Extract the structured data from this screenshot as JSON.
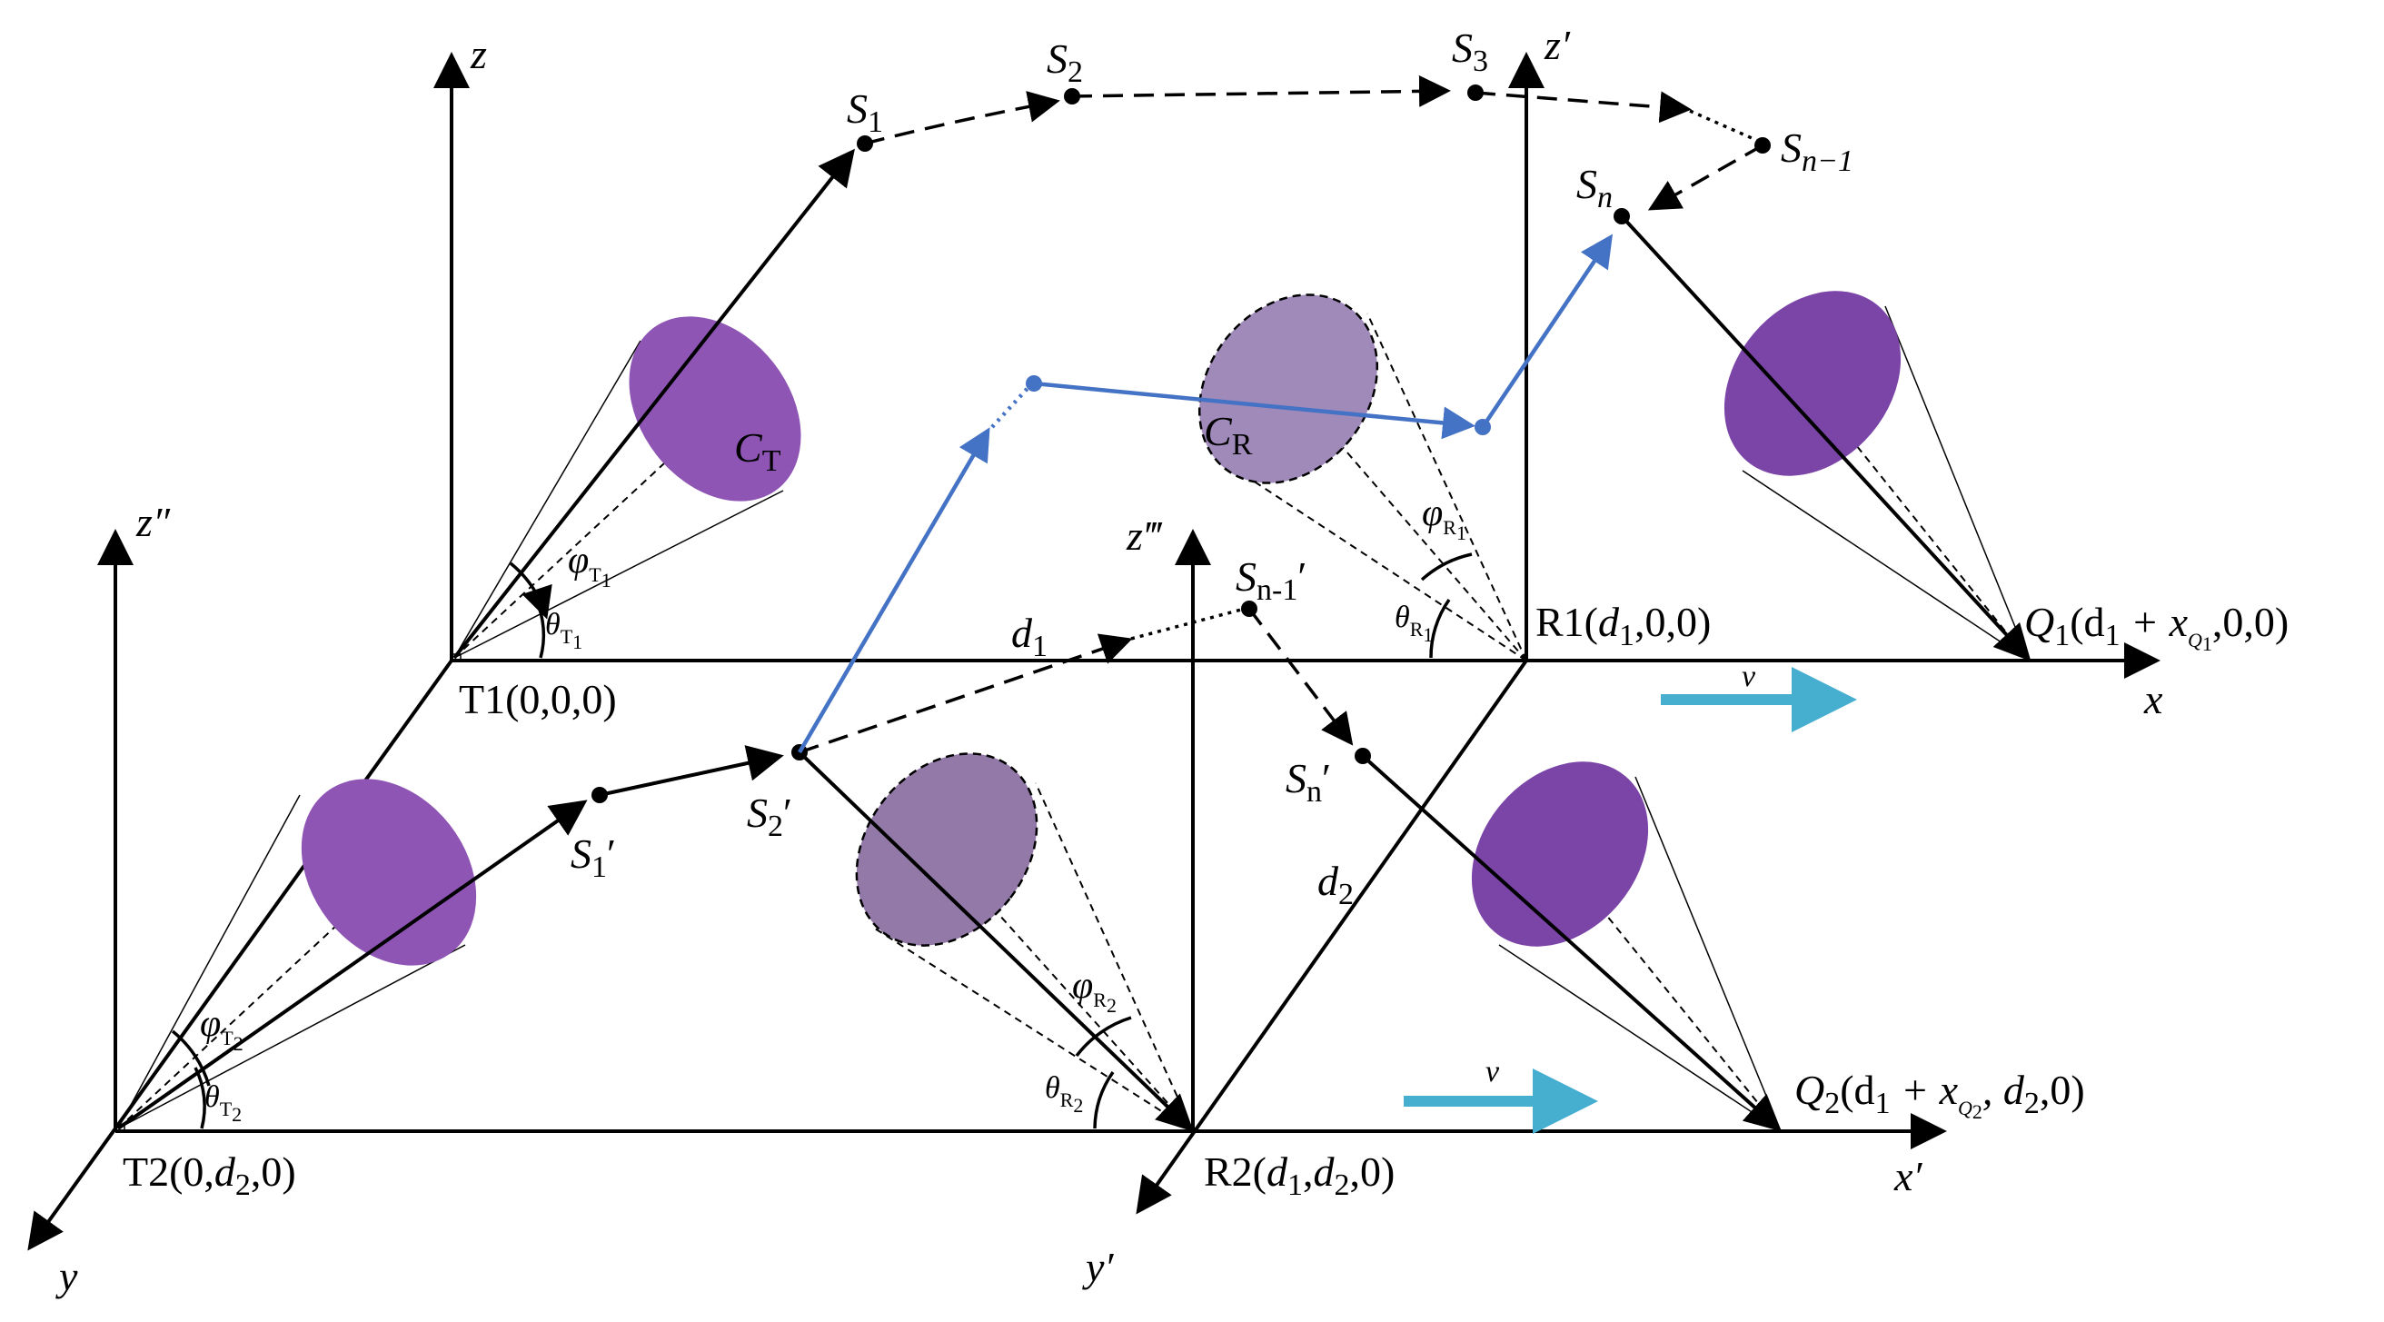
{
  "labels": {
    "z": "z",
    "z_prime": "z′",
    "z_dprime": "z″",
    "z_tprime": "z‴",
    "x": "x",
    "x_prime": "x′",
    "y": "y",
    "y_prime": "y′",
    "T1": "T1(0,0,0)",
    "T2_pre": "T2(0,",
    "T2_d": "d",
    "T2_sub": "2",
    "T2_post": ",0)",
    "R1_pre": "R1(",
    "R1_d": "d",
    "R1_sub": "1",
    "R1_post": ",0,0)",
    "R2_pre": "R2(",
    "R2_d1": "d",
    "R2_s1": "1",
    "R2_mid": ",",
    "R2_d2": "d",
    "R2_s2": "2",
    "R2_post": ",0)",
    "Q1_main": "Q",
    "Q1_sub": "1",
    "Q1_rest1": "(d",
    "Q1_rest2": "1",
    "Q1_rest3": " + x",
    "Q1_rest4": "Q",
    "Q1_rest5": "1",
    "Q1_rest6": ",0,0)",
    "Q2_main": "Q",
    "Q2_sub": "2",
    "Q2_rest1": "(d",
    "Q2_rest2": "1",
    "Q2_rest3": " + x",
    "Q2_rest4": "Q",
    "Q2_rest5": "2",
    "Q2_rest6": ", d",
    "Q2_rest7": "2",
    "Q2_rest8": ",0)",
    "S1": "S",
    "S1_sub": "1",
    "S2": "S",
    "S2_sub": "2",
    "S3": "S",
    "S3_sub": "3",
    "Sn1": "S",
    "Sn1_sub": "n−1",
    "Sn": "S",
    "Sn_sub": "n",
    "S1p": "S",
    "S1p_sub": "1",
    "S1p_prime": "′",
    "S2p": "S",
    "S2p_sub": "2",
    "S2p_prime": "′",
    "Snp": "S",
    "Snp_sub": "n",
    "Snp_prime": "′",
    "Sn1p": "S",
    "Sn1p_sub": "n-1",
    "Sn1p_prime": "′",
    "CT": "C",
    "CT_sub": "T",
    "CR": "C",
    "CR_sub": "R",
    "d1": "d",
    "d1_sub": "1",
    "d2": "d",
    "d2_sub": "2",
    "v_top": "v",
    "v_bottom": "v",
    "phiT1": "φ",
    "phiT1_sub": "T",
    "phiT1_subsub": "1",
    "thetaT1": "θ",
    "thetaT1_sub": "T",
    "thetaT1_subsub": "1",
    "phiT2": "φ",
    "phiT2_sub": "T",
    "phiT2_subsub": "2",
    "thetaT2": "θ",
    "thetaT2_sub": "T",
    "thetaT2_subsub": "2",
    "phiR1": "φ",
    "phiR1_sub": "R",
    "phiR1_subsub": "1",
    "thetaR1": "θ",
    "thetaR1_sub": "R",
    "thetaR1_subsub": "1",
    "phiR2": "φ",
    "phiR2_sub": "R",
    "phiR2_subsub": "2",
    "thetaR2": "θ",
    "thetaR2_sub": "R",
    "thetaR2_subsub": "2"
  },
  "colors": {
    "cone_purple": "#8E55B5",
    "cone_purple_dark": "#7B45A8",
    "cone_gray_purple": "#9F8ABA",
    "blue_path": "#4472C4",
    "velocity_arrow": "#46AECF",
    "axis": "#000000"
  }
}
